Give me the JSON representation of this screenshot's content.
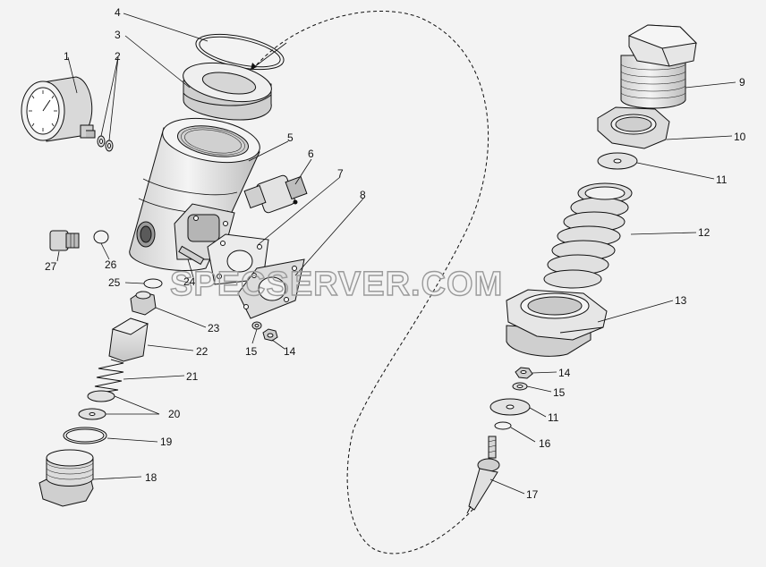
{
  "watermark": "SPECSERVER.COM",
  "colors": {
    "line": "#111111",
    "body": "#e6e6e6",
    "shade": "#bdbdbd",
    "dark": "#8a8a8a",
    "background": "#f3f3f3",
    "watermark": "#9a9a9a"
  },
  "labels": {
    "l1": "1",
    "l2": "2",
    "l3": "3",
    "l4": "4",
    "l5": "5",
    "l6": "6",
    "l7": "7",
    "l8": "8",
    "l9": "9",
    "l10": "10",
    "l11a": "11",
    "l11b": "11",
    "l12": "12",
    "l13": "13",
    "l14a": "14",
    "l14b": "14",
    "l15a": "15",
    "l15b": "15",
    "l16": "16",
    "l17": "17",
    "l18": "18",
    "l19": "19",
    "l20": "20",
    "l21": "21",
    "l22": "22",
    "l23": "23",
    "l24": "24",
    "l25": "25",
    "l26": "26",
    "l27": "27"
  }
}
